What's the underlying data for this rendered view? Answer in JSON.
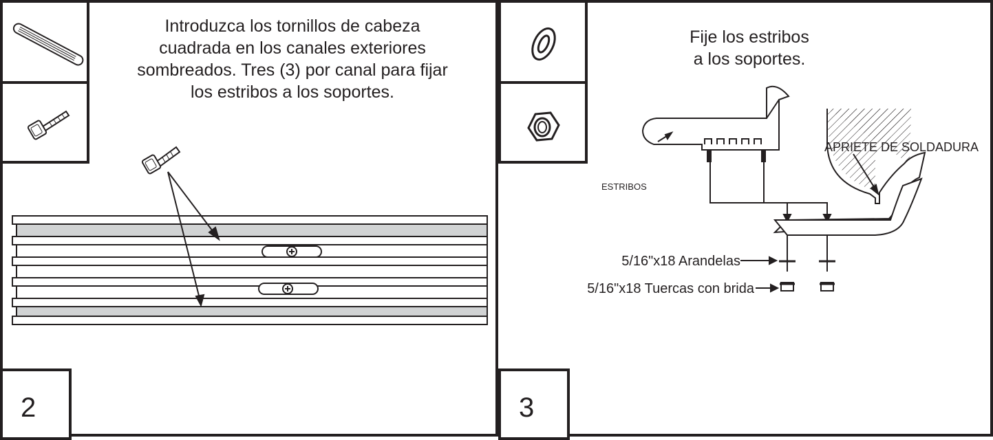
{
  "step2": {
    "number": "2",
    "instruction": "Introduzca los tornillos de cabeza cuadrada en los canales exteriores sombreados. Tres (3) por canal para fijar los estribos a los soportes.",
    "lines": [
      "Introduzca los tornillos de cabeza",
      "cuadrada en los canales exteriores",
      "sombreados. Tres (3) por canal para fijar",
      "los estribos a los soportes."
    ],
    "parts": [
      "running-board-icon",
      "square-head-bolt-icon"
    ]
  },
  "step3": {
    "number": "3",
    "lines": [
      "Fije los estribos",
      "a los soportes."
    ],
    "parts": [
      "washer-icon",
      "flange-nut-icon"
    ],
    "labels": {
      "board": "ESTRIBOS",
      "weld": "APRIETE DE SOLDADURA",
      "washers": "5/16\"x18 Arandelas",
      "nuts": "5/16\"x18 Tuercas con brida"
    }
  },
  "colors": {
    "line": "#231f20",
    "shade": "#d1d3d4"
  }
}
